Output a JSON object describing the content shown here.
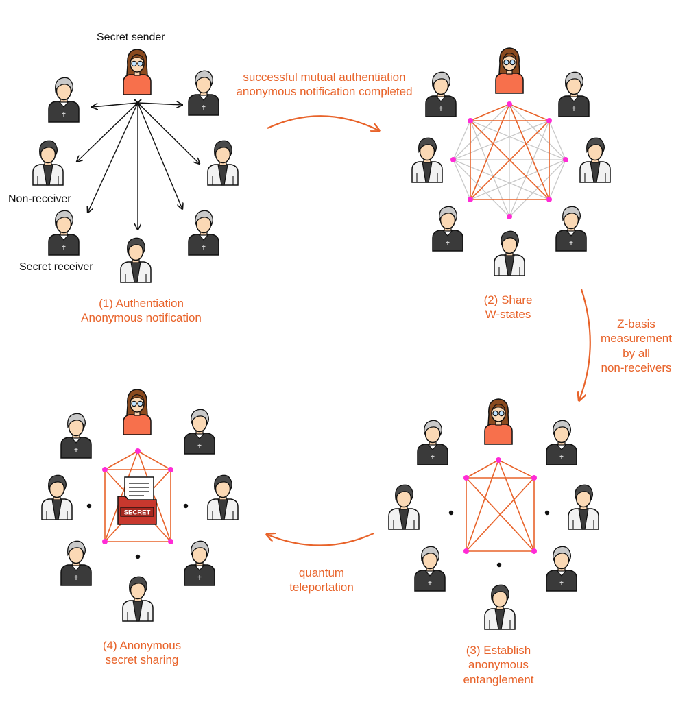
{
  "colors": {
    "accent": "#e8632a",
    "node": "#ff2bd6",
    "grey_link": "#c8c8c8",
    "female_shirt": "#f7704c",
    "secret_folder": "#c8382e"
  },
  "labels": {
    "secret_sender": "Secret sender",
    "non_receiver": "Non-receiver",
    "secret_receiver": "Secret receiver"
  },
  "steps": [
    {
      "line1": "(1) Authentiation",
      "line2": "Anonymous notification"
    },
    {
      "line1": "(2) Share",
      "line2": "W-states"
    },
    {
      "line1": "(3) Establish",
      "line2": "anonymous",
      "line3": "entanglement"
    },
    {
      "line1": "(4) Anonymous",
      "line2": "secret sharing"
    }
  ],
  "transitions": {
    "t1": {
      "line1": "successful mutual authentiation",
      "line2": "anonymous notification completed"
    },
    "t2": {
      "line1": "Z-basis",
      "line2": "measurement",
      "line3": "by all",
      "line4": "non-receivers"
    },
    "t3": {
      "line1": "quantum",
      "line2": "teleportation"
    }
  },
  "icons": {
    "folder_text": "SECRET"
  }
}
